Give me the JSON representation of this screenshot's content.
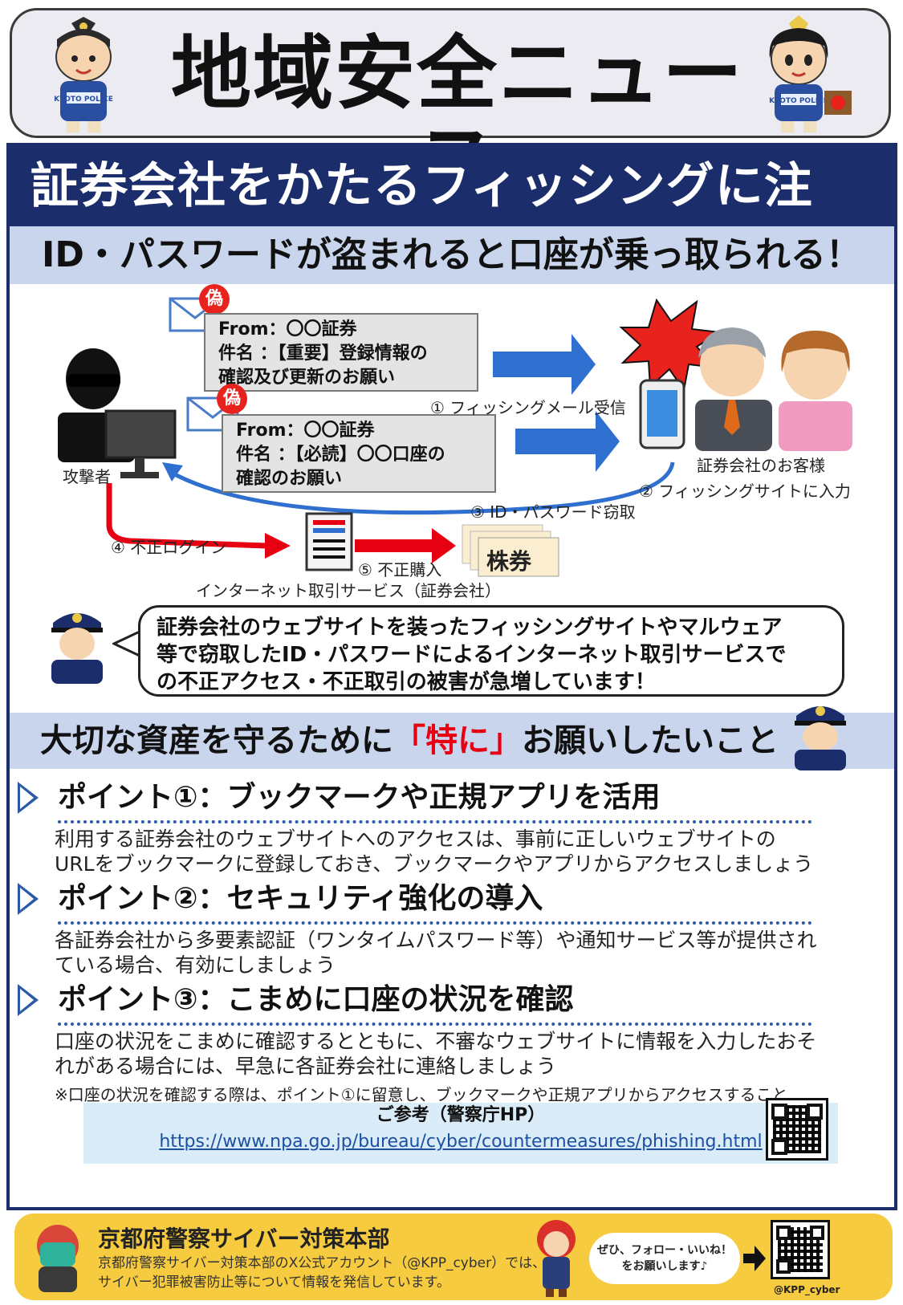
{
  "header": {
    "title": "地域安全ニュース",
    "mascot_badge_left": "KYOTO POLICE",
    "mascot_badge_right": "KYOTO POLICE"
  },
  "main": {
    "title": "証券会社をかたるフィッシングに注意！",
    "subtitle": "ID・パスワードが盗まれると口座が乗っ取られる！"
  },
  "diagram": {
    "fake_badge": "偽",
    "mail1": {
      "from": "From：〇〇証券",
      "subject_line1": "件名 ：【重要】登録情報の",
      "subject_line2": "確認及び更新のお願い"
    },
    "mail2": {
      "from": "From：〇〇証券",
      "subject_line1": "件名 ：【必読】〇〇口座の",
      "subject_line2": "確認のお願い"
    },
    "attacker": "攻撃者",
    "customer": "証券会社のお客様",
    "step1": "① フィッシングメール受信",
    "step2": "② フィッシングサイトに入力",
    "step3": "③ ID・パスワード窃取",
    "step4": "④ 不正ログイン",
    "step5": "⑤ 不正購入",
    "stock": "株券",
    "service": "インターネット取引サービス（証券会社）"
  },
  "warning": {
    "line1": "証券会社のウェブサイトを装ったフィッシングサイトやマルウェア",
    "line2": "等で窃取したID・パスワードによるインターネット取引サービスで",
    "line3": "の不正アクセス・不正取引の被害が急増しています！"
  },
  "section": {
    "before": "大切な資産を守るために",
    "highlight": "「特に」",
    "after": "お願いしたいこと"
  },
  "points": [
    {
      "head": "ポイント①：ブックマークや正規アプリを活用",
      "line1": "利用する証券会社のウェブサイトへのアクセスは、事前に正しいウェブサイトの",
      "line2": "URLをブックマークに登録しておき、ブックマークやアプリからアクセスしましょう"
    },
    {
      "head": "ポイント②：セキュリティ強化の導入",
      "line1": "各証券会社から多要素認証（ワンタイムパスワード等）や通知サービス等が提供され",
      "line2": "ている場合、有効にしましょう"
    },
    {
      "head": "ポイント③：こまめに口座の状況を確認",
      "line1": "口座の状況をこまめに確認するとともに、不審なウェブサイトに情報を入力したおそ",
      "line2": "れがある場合には、早急に各証券会社に連絡しましょう"
    }
  ],
  "note": "※口座の状況を確認する際は、ポイント①に留意し、ブックマークや正規アプリからアクセスすること",
  "reference": {
    "title": "ご参考（警察庁HP）",
    "url": "https://www.npa.go.jp/bureau/cyber/countermeasures/phishing.html"
  },
  "footer": {
    "title": "京都府警察サイバー対策本部",
    "line1": "京都府警察サイバー対策本部のX公式アカウント（@KPP_cyber）では、",
    "line2": "サイバー犯罪被害防止等について情報を発信しています。",
    "bubble_line1": "ぜひ、フォロー・いいね！",
    "bubble_line2": "をお願いします♪",
    "handle": "@KPP_cyber"
  },
  "colors": {
    "navy": "#1b2d6b",
    "light_blue": "#c8d5ec",
    "red": "#e60012",
    "footer_yellow": "#f7cb3f",
    "arrow_blue": "#2f6fd0"
  }
}
